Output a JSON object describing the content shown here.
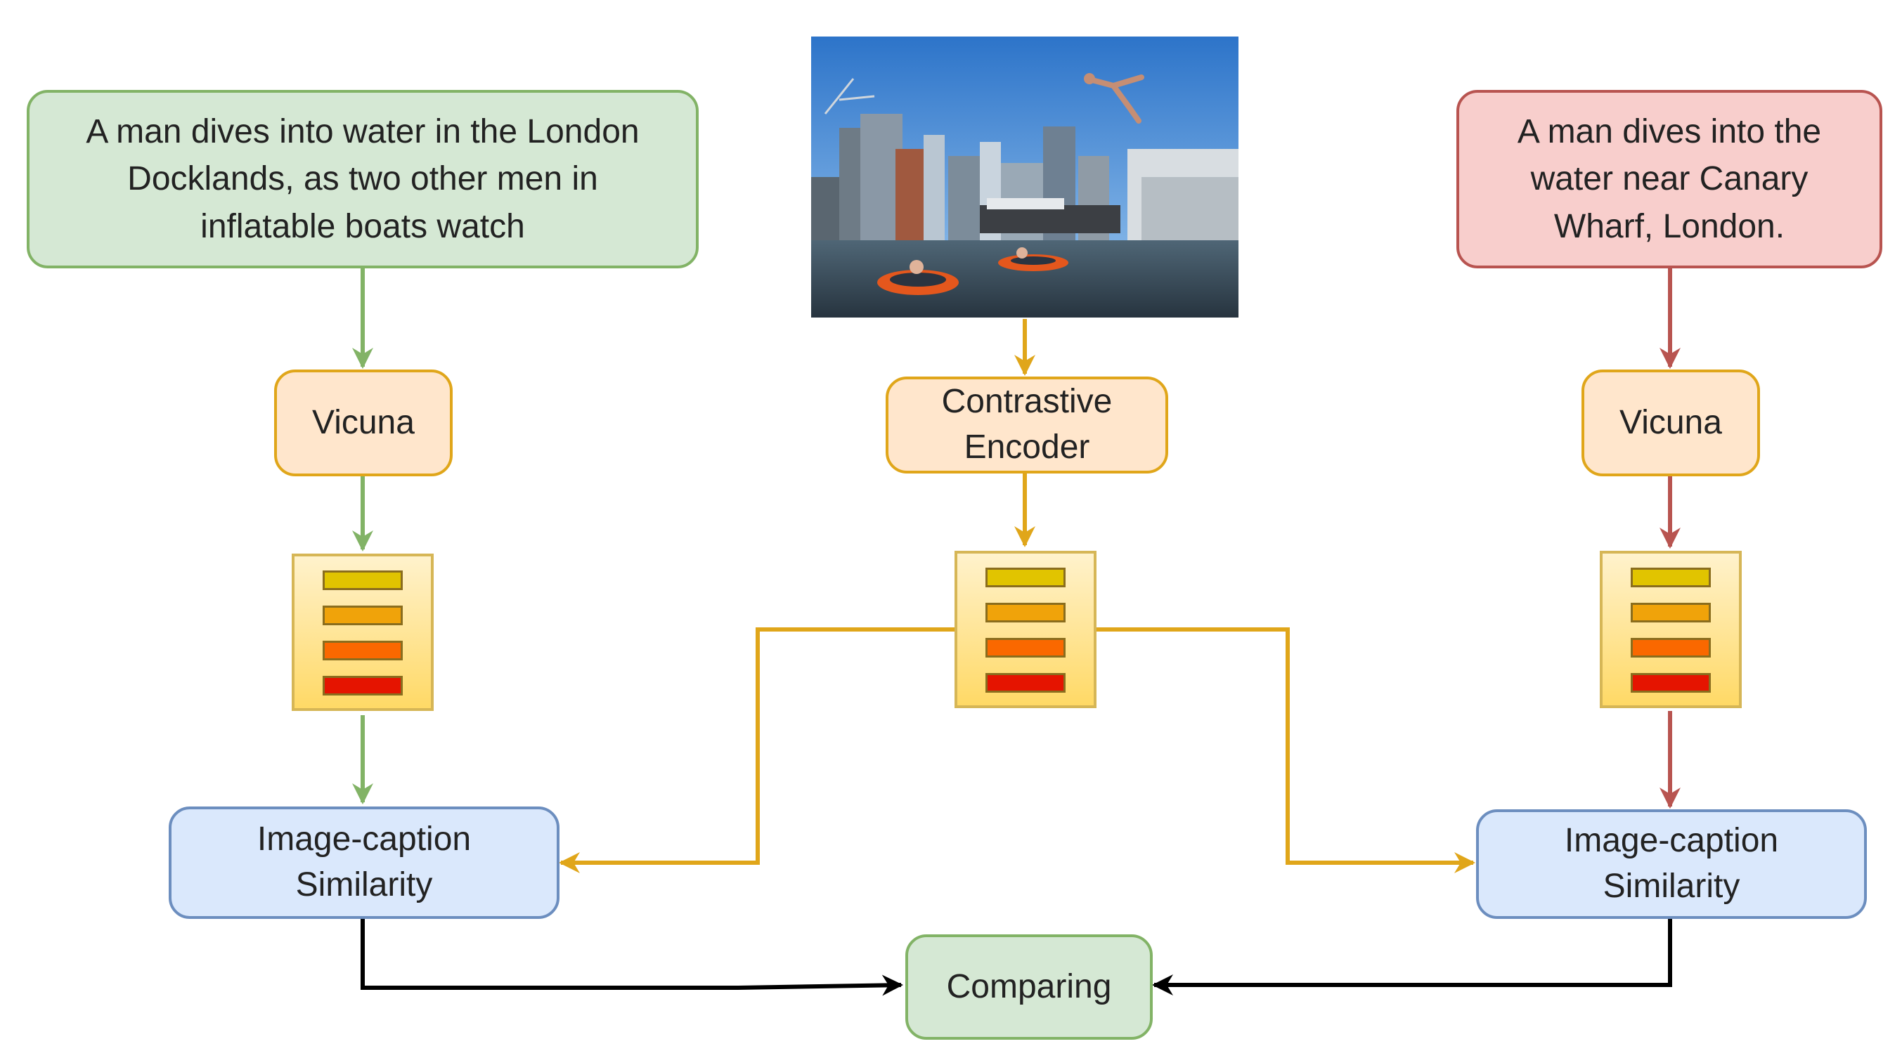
{
  "left_caption": {
    "text": "A man dives into water in the London\nDocklands, as two other men in\ninflatable boats watch"
  },
  "right_caption": {
    "text": "A man dives into the\nwater near Canary\nWharf, London."
  },
  "left_model": {
    "label": "Vicuna"
  },
  "right_model": {
    "label": "Vicuna"
  },
  "image_encoder": {
    "label": "Contrastive\nEncoder"
  },
  "left_similarity": {
    "label": "Image-caption\nSimilarity"
  },
  "right_similarity": {
    "label": "Image-caption\nSimilarity"
  },
  "compare": {
    "label": "Comparing"
  },
  "colors": {
    "green_arrow": "#82b366",
    "red_arrow": "#b85450",
    "orange_arrow": "#e0a61a",
    "black_arrow": "#000000"
  }
}
